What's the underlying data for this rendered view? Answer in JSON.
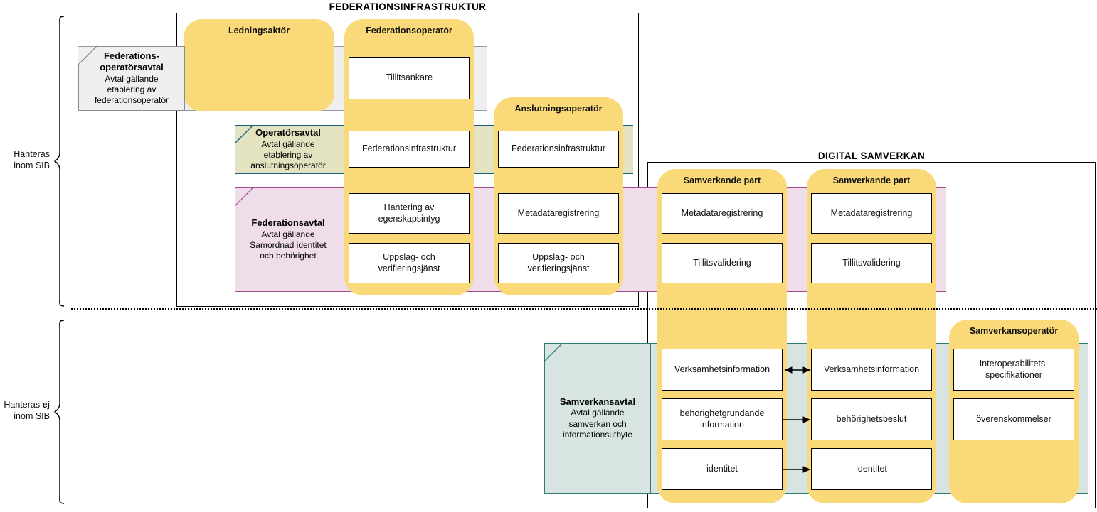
{
  "brackets": [
    {
      "line1": "Hanteras",
      "line2": "inom SIB",
      "bold_word": ""
    },
    {
      "line1": "Hanteras ",
      "bold": "ej",
      "line2": "inom SIB"
    }
  ],
  "frames": [
    {
      "id": "federationsinfrastruktur",
      "title": "FEDERATIONSINFRASTRUKTUR"
    },
    {
      "id": "digital-samverkan",
      "title": "DIGITAL SAMVERKAN"
    }
  ],
  "notes": [
    {
      "id": "federationsoperatorsavtal",
      "title_line1": "Federations-",
      "title_line2": "operatörsavtal",
      "sub_line1": "Avtal gällande",
      "sub_line2": "etablering av",
      "sub_line3": "federationsoperatör",
      "color": "#EFEFEF",
      "border": "#8C8C8C"
    },
    {
      "id": "operatorsavtal",
      "title_line1": "Operatörsavtal",
      "title_line2": "",
      "sub_line1": "Avtal gällande",
      "sub_line2": "etablering av",
      "sub_line3": "anslutningsoperatör",
      "color": "#E3E3C2",
      "border": "#16607E"
    },
    {
      "id": "federationsavtal",
      "title_line1": "Federationsavtal",
      "title_line2": "",
      "sub_line1": "Avtal gällande",
      "sub_line2": "Samordnad identitet",
      "sub_line3": "och behörighet",
      "color": "#EFDDEA",
      "border": "#A14A8E"
    },
    {
      "id": "samverkansavtal",
      "title_line1": "Samverkansavtal",
      "title_line2": "",
      "sub_line1": "Avtal gällande",
      "sub_line2": "samverkan och",
      "sub_line3": "informationsutbyte",
      "color": "#D7E4E2",
      "border": "#2A7D72"
    }
  ],
  "columns": [
    {
      "id": "ledningsaktor",
      "label": "Ledningsaktör"
    },
    {
      "id": "federationsoperator",
      "label": "Federationsoperatör"
    },
    {
      "id": "anslutningsoperator",
      "label": "Anslutningsoperatör"
    },
    {
      "id": "samverkande-part-1",
      "label": "Samverkande part"
    },
    {
      "id": "samverkande-part-2",
      "label": "Samverkande part"
    },
    {
      "id": "samverkansoperator",
      "label": "Samverkansoperatör"
    }
  ],
  "capabilities": {
    "federationsoperator": [
      {
        "id": "tillitsankare",
        "text": "Tillitsankare"
      },
      {
        "id": "federationsinfrastruktur",
        "text": "Federationsinfrastruktur"
      },
      {
        "id": "hantering-egenskapsintyg",
        "line1": "Hantering av",
        "line2": "egenskapsintyg"
      },
      {
        "id": "uppslag-verifiering",
        "line1": "Uppslag- och",
        "line2": "verifieringsjänst"
      }
    ],
    "anslutningsoperator": [
      {
        "id": "federationsinfrastruktur",
        "text": "Federationsinfrastruktur"
      },
      {
        "id": "metadataregistrering",
        "text": "Metadataregistrering"
      },
      {
        "id": "uppslag-verifiering",
        "line1": "Uppslag- och",
        "line2": "verifieringsjänst"
      }
    ],
    "samverkande_part_1": [
      {
        "id": "metadataregistrering",
        "text": "Metadataregistrering"
      },
      {
        "id": "tillitsvalidering",
        "text": "Tillitsvalidering"
      },
      {
        "id": "verksamhetsinformation",
        "text": "Verksamhetsinformation"
      },
      {
        "id": "behorighetgrundande-information",
        "line1": "behörighetgrundande",
        "line2": "information"
      },
      {
        "id": "identitet",
        "text": "identitet"
      }
    ],
    "samverkande_part_2": [
      {
        "id": "metadataregistrering",
        "text": "Metadataregistrering"
      },
      {
        "id": "tillitsvalidering",
        "text": "Tillitsvalidering"
      },
      {
        "id": "verksamhetsinformation",
        "text": "Verksamhetsinformation"
      },
      {
        "id": "behorighetsbeslut",
        "text": "behörighetsbeslut"
      },
      {
        "id": "identitet",
        "text": "identitet"
      }
    ],
    "samverkansoperator": [
      {
        "id": "interoperabilitetsspecifikationer",
        "line1": "Interoperabilitets-",
        "line2": "specifikationer"
      },
      {
        "id": "overenskommelser",
        "text": "överenskommelser"
      }
    ]
  },
  "arrows": [
    {
      "id": "arrow-verksamhetsinformation",
      "direction": "bidirectional"
    },
    {
      "id": "arrow-behorighet",
      "direction": "right"
    },
    {
      "id": "arrow-identitet",
      "direction": "right"
    }
  ],
  "colors": {
    "actor_yellow": "#FAD978",
    "note_grey": "#EFEFEF",
    "note_green": "#E3E3C2",
    "note_pink": "#EFDDEA",
    "note_teal": "#D7E4E2",
    "border_blue": "#16607E",
    "border_purple": "#A14A8E",
    "border_teal": "#2A7D72",
    "frame_black": "#000000"
  }
}
